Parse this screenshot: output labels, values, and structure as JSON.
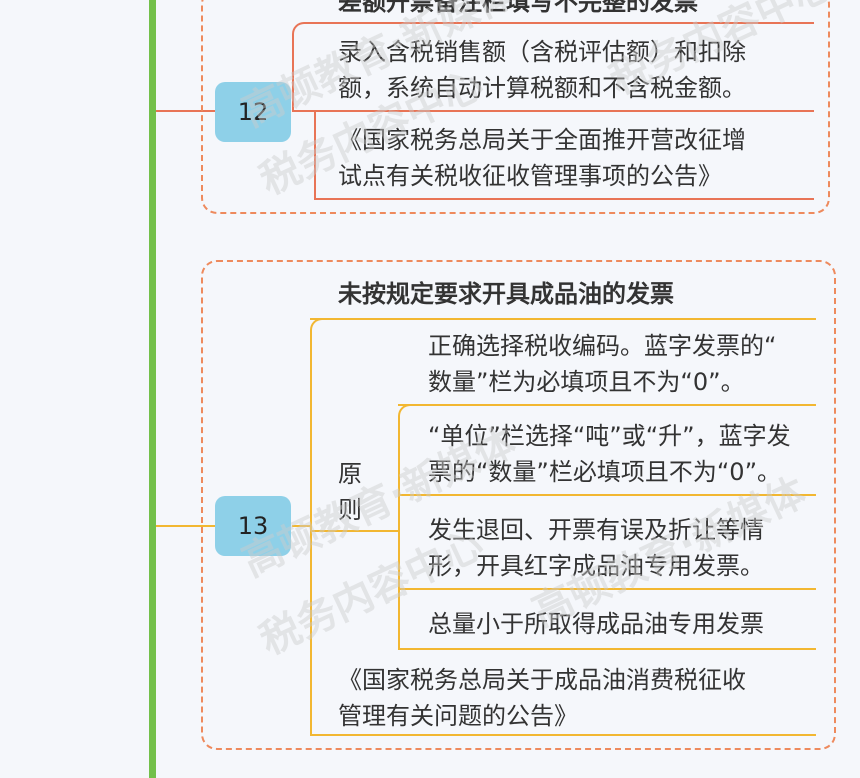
{
  "item12": {
    "number": "12",
    "heading": "差额开票备注栏填写不完整的发票",
    "points": [
      "录入含税销售额（含税评估额）和扣除\n额，系统自动计算税额和不含税金额。"
    ],
    "source": "《国家税务总局关于全面推开营改征增\n试点有关税收征收管理事项的公告》"
  },
  "item13": {
    "number": "13",
    "heading": "未按规定要求开具成品油的发票",
    "principle_label": "原\n则",
    "points": [
      "正确选择税收编码。蓝字发票的“\n数量”栏为必填项且不为“0”。",
      "“单位”栏选择“吨”或“升”，蓝字发\n票的“数量”栏必填项且不为“0”。",
      "发生退回、开票有误及折让等情\n形，开具红字成品油专用发票。",
      "总量小于所取得成品油专用发票"
    ],
    "source": "《国家税务总局关于成品油消费税征收\n管理有关问题的公告》"
  },
  "watermark": {
    "line1": "高顿教育·新媒体",
    "line2": "税务内容中心"
  }
}
